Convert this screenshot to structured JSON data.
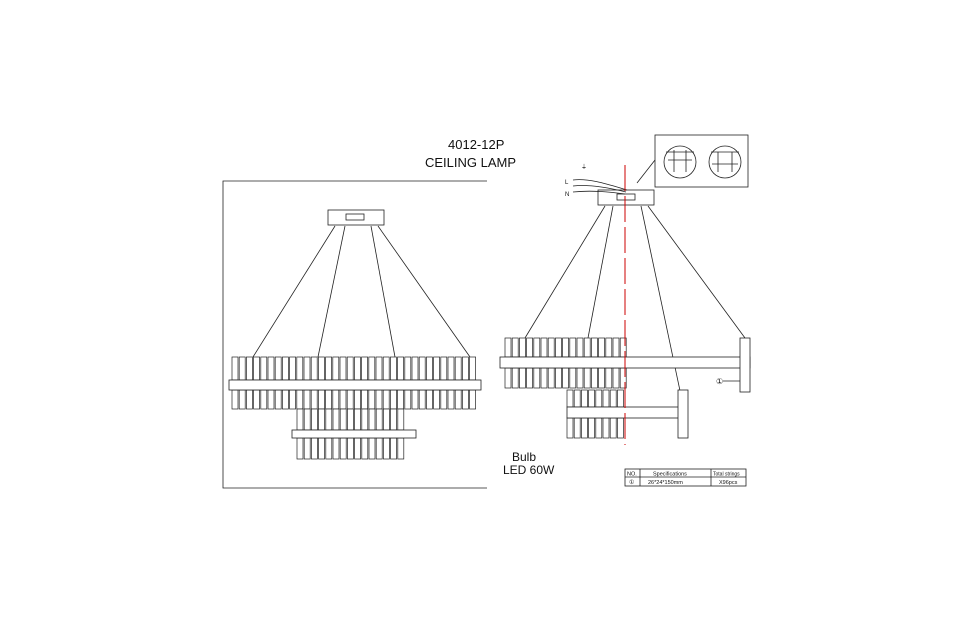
{
  "title": {
    "model": "4012-12P",
    "name": "CEILING LAMP"
  },
  "bulb": {
    "label": "Bulb",
    "value": "LED 60W"
  },
  "wiring": {
    "ground": "⏚",
    "live": "L",
    "neutral": "N"
  },
  "callout_marker": "①",
  "spec_table": {
    "headers": [
      "NO.",
      "Specifications",
      "Total strings"
    ],
    "rows": [
      [
        "①",
        "26*24*150mm",
        "X96pcs"
      ]
    ]
  },
  "colors": {
    "line": "#222222",
    "centerline": "#cc0000"
  }
}
